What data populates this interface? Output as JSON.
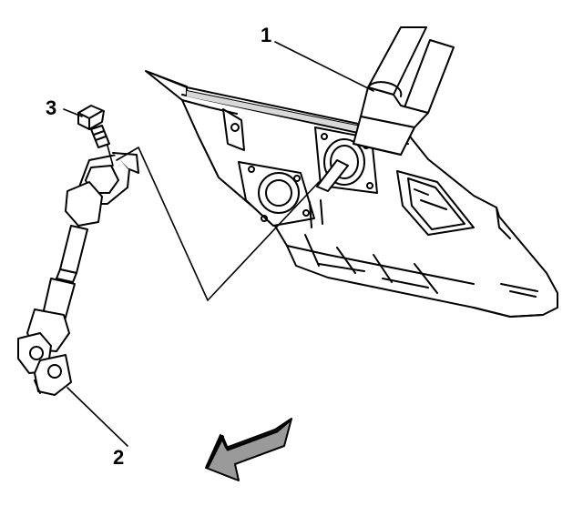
{
  "callouts": [
    {
      "id": "1",
      "text": "1",
      "part": "steering-column"
    },
    {
      "id": "2",
      "text": "2",
      "part": "intermediate-shaft"
    },
    {
      "id": "3",
      "text": "3",
      "part": "pinch-bolt"
    }
  ],
  "colors": {
    "line": "#000000",
    "background": "#ffffff",
    "shade": "#d8d8d8",
    "arrow_fill": "#9a9a9a"
  },
  "icons": {
    "direction_arrow": "front-direction-arrow-icon"
  }
}
